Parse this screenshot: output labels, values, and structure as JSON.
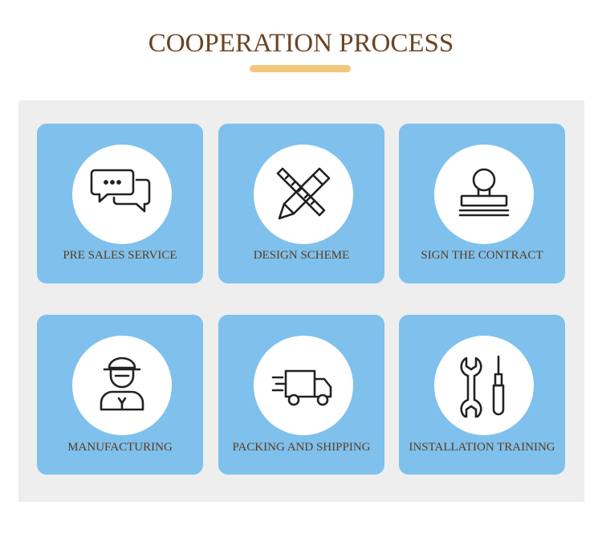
{
  "header": {
    "title": "COOPERATION PROCESS"
  },
  "steps": [
    {
      "label": "PRE SALES SERVICE",
      "icon": "chat-bubbles-icon"
    },
    {
      "label": "DESIGN SCHEME",
      "icon": "pencil-ruler-icon"
    },
    {
      "label": "SIGN THE CONTRACT",
      "icon": "stamp-icon"
    },
    {
      "label": "MANUFACTURING",
      "icon": "worker-icon"
    },
    {
      "label": "PACKING AND SHIPPING",
      "icon": "delivery-truck-icon"
    },
    {
      "label": "INSTALLATION TRAINING",
      "icon": "wrench-screwdriver-icon"
    }
  ],
  "colors": {
    "title": "#6b4423",
    "accent_bar": "#f4c77e",
    "card": "#7fc1ec",
    "panel": "#eeeeee",
    "label": "#5a3a22"
  }
}
